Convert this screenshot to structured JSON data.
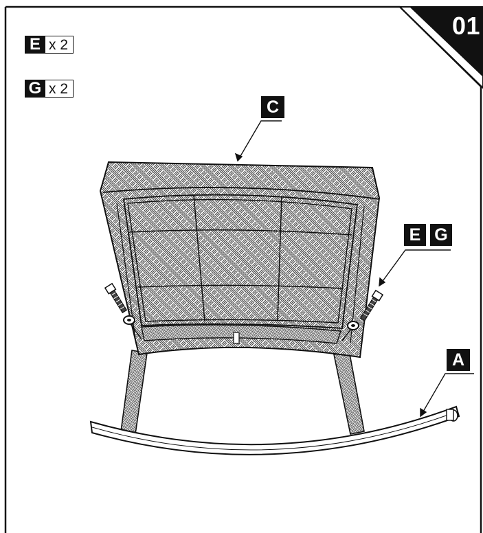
{
  "step": {
    "number": "01"
  },
  "parts_list": [
    {
      "letter": "E",
      "qty": "x 2"
    },
    {
      "letter": "G",
      "qty": "x 2"
    }
  ],
  "callouts": {
    "seat": "C",
    "hardware": [
      "E",
      "G"
    ],
    "rocker": "A"
  },
  "colors": {
    "ink": "#111111",
    "paper": "#ffffff"
  },
  "icons": [
    "woven-seat-drawing",
    "bolt-icon",
    "washer-icon",
    "rocker-runner-drawing"
  ]
}
